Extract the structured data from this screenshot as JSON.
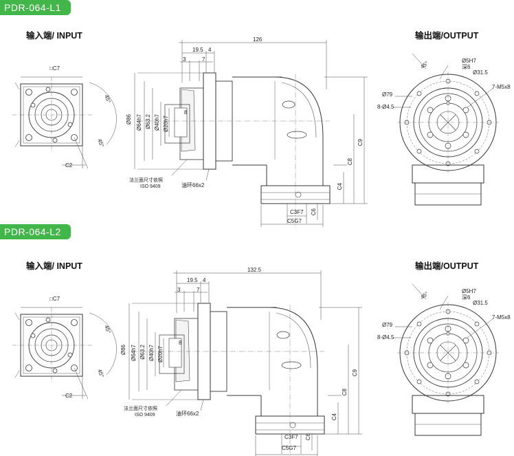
{
  "models": [
    {
      "badge": "PDR-064-L1",
      "input_title": "输入端/ INPUT",
      "output_title": "输出端/OUTPUT",
      "input_view": {
        "square": "□C7",
        "angle": "45°",
        "angle2": "45°",
        "c2": "C2"
      },
      "side_view": {
        "overall": "126",
        "d19_5": "19.5",
        "d4": "4",
        "d3": "3",
        "d7": "7",
        "d86": "Ø86",
        "d64": "Ø64h7",
        "d63": "Ø63.2",
        "d40": "Ø40h7",
        "d20": "Ø20h7",
        "key8": "8",
        "c9": "C9",
        "c8": "C8",
        "c4": "C4",
        "c6": "C6",
        "c3": "C3F7",
        "c5": "C5G7",
        "note_flange": "法兰面尺寸依照",
        "note_iso": "ISO 9409",
        "note_ring": "油环66x2"
      },
      "output_view": {
        "angle": "45°",
        "d5": "Ø5H7",
        "depth6": "深6",
        "d31_5": "Ø31.5",
        "d79": "Ø79",
        "holes": "8-Ø4.5",
        "thread": "7-M5x8"
      }
    },
    {
      "badge": "PDR-064-L2",
      "input_title": "输入端/ INPUT",
      "output_title": "输出端/OUTPUT",
      "input_view": {
        "square": "□C7",
        "angle": "45°",
        "angle2": "45°",
        "c2": "C2"
      },
      "side_view": {
        "overall": "132.5",
        "d19_5": "19.5",
        "d4": "4",
        "d3": "3",
        "d7": "7",
        "d86": "Ø86",
        "d64": "Ø64h7",
        "d63": "Ø63.2",
        "d40": "Ø40h7",
        "d20": "Ø20h7",
        "key8": "8",
        "c9": "C9",
        "c8": "C8",
        "c4": "C4",
        "c6": "C6",
        "c3": "C3F7",
        "c5": "C5G7",
        "note_flange": "法兰面尺寸依照",
        "note_iso": "ISO 9409",
        "note_ring": "油环66x2"
      },
      "output_view": {
        "angle": "45°",
        "d5": "Ø5H7",
        "depth6": "深6",
        "d31_5": "Ø31.5",
        "d79": "Ø79",
        "holes": "8-Ø4.5",
        "thread": "7-M5x8"
      }
    }
  ],
  "colors": {
    "badge": "#43b649",
    "line": "#333333"
  }
}
